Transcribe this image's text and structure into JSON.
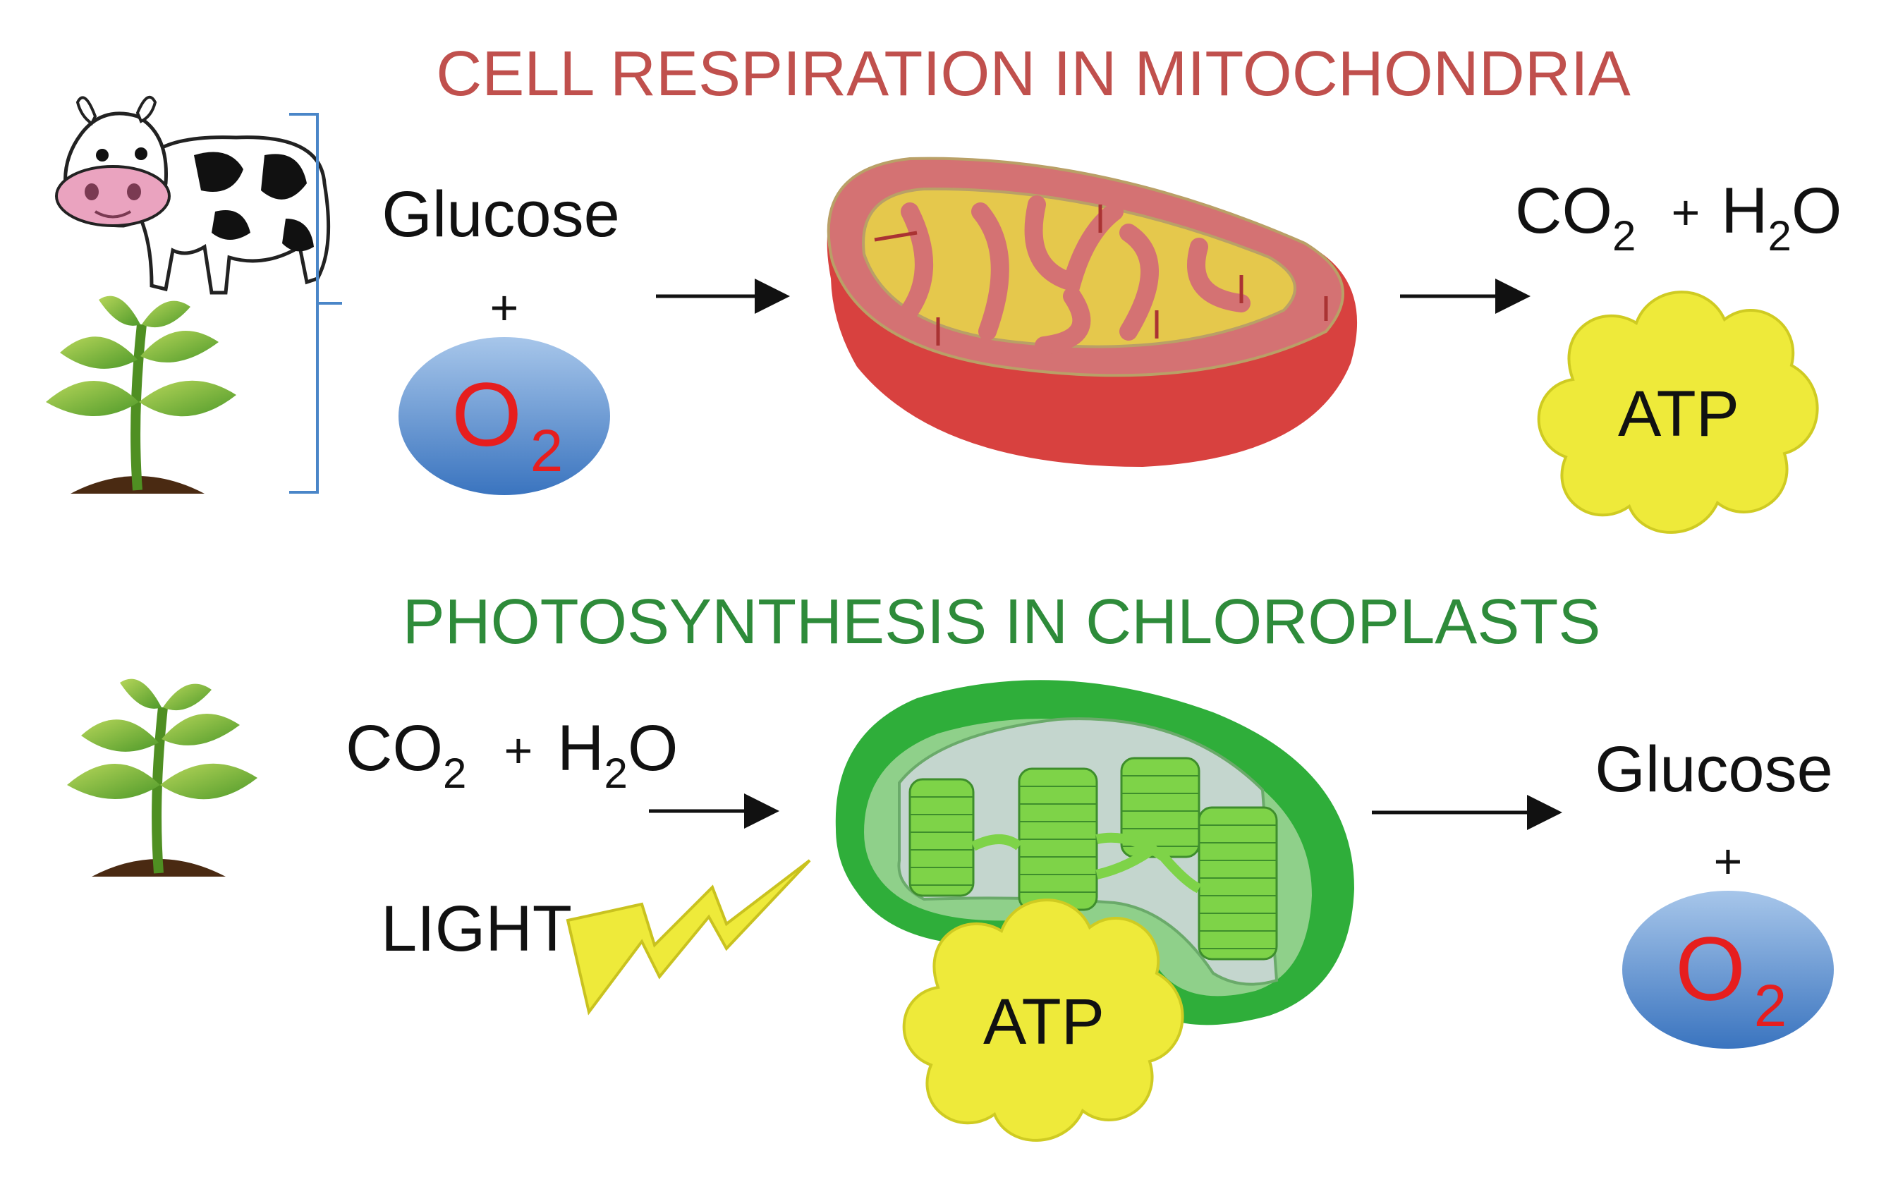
{
  "colors": {
    "respiration_title": "#c0504d",
    "photosynthesis_title": "#2e8b3a",
    "oxygen_text": "#e61e1e",
    "atp_cloud": "#eeea3a",
    "o2_bubble_top": "#9fc0e6",
    "o2_bubble_bottom": "#3a76c0",
    "bracket": "#4a86c8"
  },
  "respiration": {
    "title": "CELL RESPIRATION IN MITOCHONDRIA",
    "icons": [
      "cow-icon",
      "plant-icon"
    ],
    "inputs": {
      "glucose": "Glucose",
      "plus": "+",
      "o2": {
        "symbol": "O",
        "subscript": "2"
      }
    },
    "organelle": "mitochondrion-icon",
    "outputs": {
      "products": [
        {
          "base": "CO",
          "sub": "2"
        },
        {
          "op": "+"
        },
        {
          "base": "H",
          "sub": "2",
          "tail": "O"
        }
      ],
      "energy": "ATP"
    }
  },
  "photosynthesis": {
    "title": "PHOTOSYNTHESIS IN CHLOROPLASTS",
    "icons": [
      "plant-icon"
    ],
    "inputs": {
      "reactants": [
        {
          "base": "CO",
          "sub": "2"
        },
        {
          "op": "+"
        },
        {
          "base": "H",
          "sub": "2",
          "tail": "O"
        }
      ],
      "light": "LIGHT"
    },
    "organelle": "chloroplast-icon",
    "energy": "ATP",
    "outputs": {
      "glucose": "Glucose",
      "plus": "+",
      "o2": {
        "symbol": "O",
        "subscript": "2"
      }
    }
  }
}
